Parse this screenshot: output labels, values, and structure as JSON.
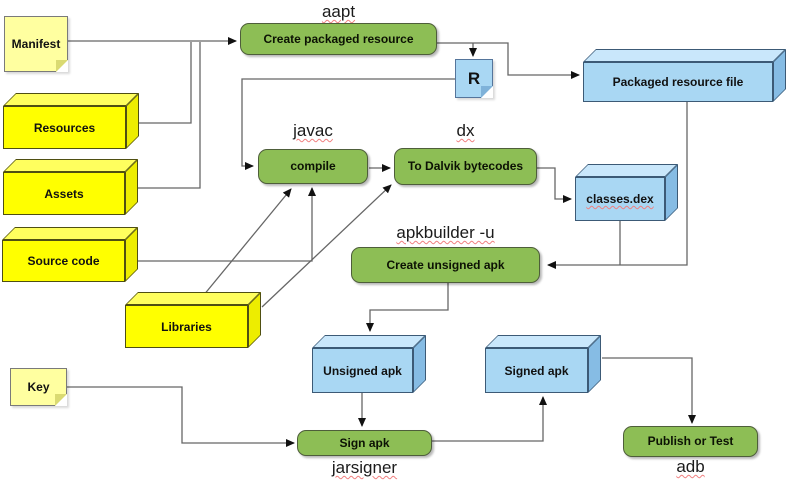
{
  "colors": {
    "process_fill": "#8DBE55",
    "artifact_fill": "#A9D7F3",
    "input_fill": "#FFFF00",
    "note_fill": "#FFFFA0",
    "wire": "#666666"
  },
  "inputs": {
    "manifest": {
      "label": "Manifest"
    },
    "resources": {
      "label": "Resources"
    },
    "assets": {
      "label": "Assets"
    },
    "source_code": {
      "label": "Source code"
    },
    "libraries": {
      "label": "Libraries"
    },
    "key": {
      "label": "Key"
    }
  },
  "processes": {
    "aapt": {
      "tool": "aapt",
      "action": "Create packaged resource"
    },
    "javac": {
      "tool": "javac",
      "action": "compile"
    },
    "dx": {
      "tool": "dx",
      "action": "To Dalvik bytecodes"
    },
    "apkbuilder": {
      "tool": "apkbuilder -u",
      "action": "Create unsigned apk"
    },
    "jarsigner": {
      "tool": "jarsigner",
      "action": "Sign apk"
    },
    "adb": {
      "tool": "adb",
      "action": "Publish or Test"
    }
  },
  "artifacts": {
    "r": {
      "label": "R"
    },
    "packaged_resource_file": {
      "label": "Packaged resource file"
    },
    "classes_dex": {
      "label": "classes.dex"
    },
    "unsigned_apk": {
      "label": "Unsigned apk"
    },
    "signed_apk": {
      "label": "Signed apk"
    }
  }
}
